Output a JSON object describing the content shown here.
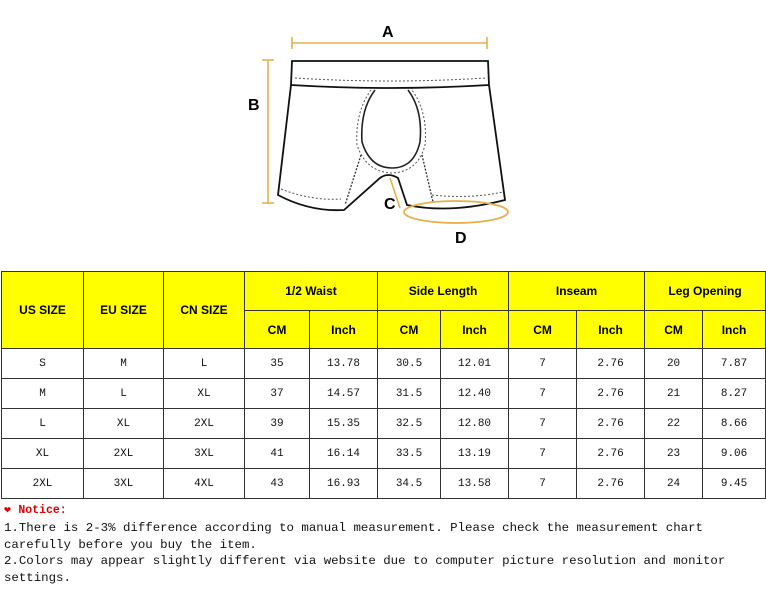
{
  "diagram": {
    "labels": {
      "a": "A",
      "b": "B",
      "c": "C",
      "d": "D"
    },
    "colors": {
      "measure_line": "#e6b04d",
      "outline": "#111111",
      "stitch": "#444444"
    }
  },
  "table": {
    "header_color": "#ffff00",
    "col_us": "US SIZE",
    "col_eu": "EU SIZE",
    "col_cn": "CN SIZE",
    "groups": [
      "1/2 Waist",
      "Side Length",
      "Inseam",
      "Leg Opening"
    ],
    "units": [
      "CM",
      "Inch",
      "CM",
      "Inch",
      "CM",
      "Inch",
      "CM",
      "Inch"
    ],
    "rows": [
      [
        "S",
        "M",
        "L",
        "35",
        "13.78",
        "30.5",
        "12.01",
        "7",
        "2.76",
        "20",
        "7.87"
      ],
      [
        "M",
        "L",
        "XL",
        "37",
        "14.57",
        "31.5",
        "12.40",
        "7",
        "2.76",
        "21",
        "8.27"
      ],
      [
        "L",
        "XL",
        "2XL",
        "39",
        "15.35",
        "32.5",
        "12.80",
        "7",
        "2.76",
        "22",
        "8.66"
      ],
      [
        "XL",
        "2XL",
        "3XL",
        "41",
        "16.14",
        "33.5",
        "13.19",
        "7",
        "2.76",
        "23",
        "9.06"
      ],
      [
        "2XL",
        "3XL",
        "4XL",
        "43",
        "16.93",
        "34.5",
        "13.58",
        "7",
        "2.76",
        "24",
        "9.45"
      ]
    ]
  },
  "notes": {
    "icon": "heart-icon",
    "title": "Notice:",
    "line1": "1.There is 2-3% difference according to manual measurement. Please check the measurement chart carefully before you buy the item.",
    "line2": "2.Colors may appear slightly different via website due to computer picture resolution and monitor settings."
  }
}
